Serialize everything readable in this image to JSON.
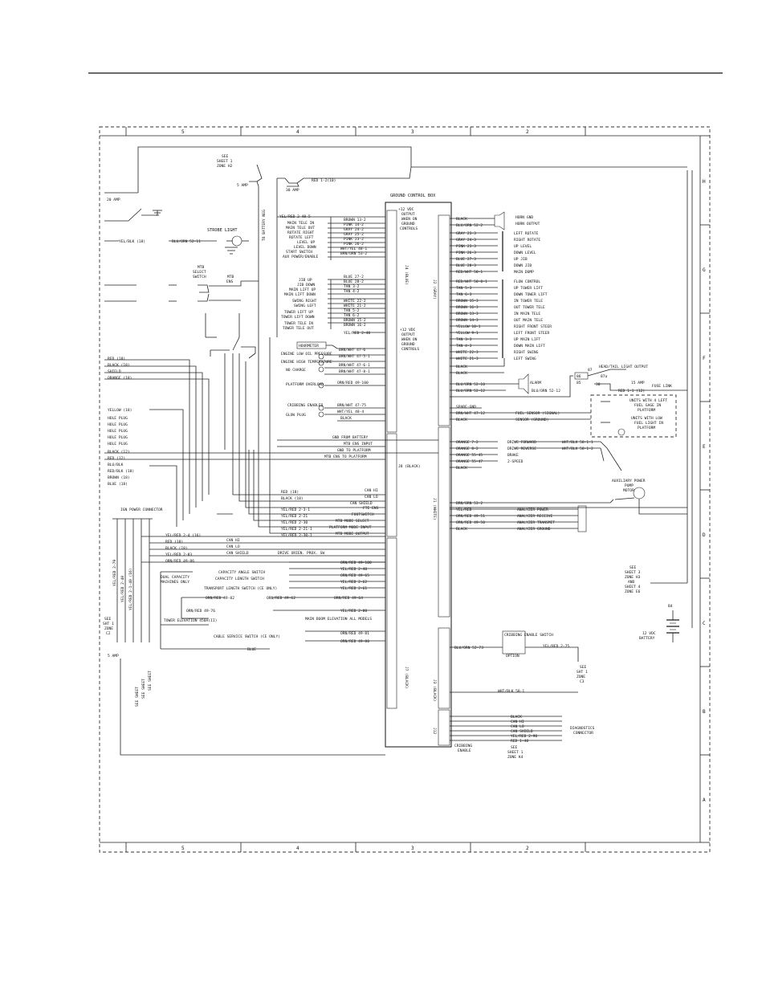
{
  "frame": {
    "zones_top": [
      "5",
      "4",
      "3",
      "2"
    ],
    "zones_bottom": [
      "5",
      "4",
      "3",
      "2"
    ],
    "zones_side": [
      "H",
      "G",
      "F",
      "E",
      "D",
      "C",
      "B",
      "A"
    ]
  },
  "box": {
    "title": "GROUND CONTROL BOX",
    "out_plus12": [
      "+12 VDC",
      "OUTPUT",
      "WHEN ON",
      "GROUND",
      "CONTROLS"
    ],
    "in_plus12": [
      "+12 VDC",
      "OUTPUT",
      "WHEN ON",
      "GROUND",
      "CONTROLS"
    ],
    "j4": "J4 (BLUE)",
    "j2": "J2 (GRAY)",
    "j8": "J8 (BLACK)",
    "j1": "J1 (WHITE)",
    "j7": "J7 (BLACK)",
    "j3": "J3 (BLACK)",
    "j12": "J12"
  },
  "top": {
    "see_sheet": [
      "SEE",
      "SHEET 1",
      "ZONE H2"
    ],
    "fuse20": "20 AMP",
    "fuse5": "5 AMP",
    "fuse30": "30 AMP",
    "red_1_2": "RED 1-2(10)",
    "to_battery": "TO BATTERY NEG",
    "strobe": "STROBE LIGHT",
    "yel_blk": "YEL/BLK (18)",
    "blu_orn": "BLU/ORN 52-11",
    "mtb": [
      "MTB",
      "SELECT",
      "SWITCH"
    ],
    "mtb_ens": [
      "MTB",
      "ENS"
    ]
  },
  "j4_left": [
    {
      "label": "YEL/RED 2-40-5",
      "desc": ""
    },
    {
      "label": "BROWN 13-2",
      "desc": "MAIN TELE IN"
    },
    {
      "label": "PINK 14-2",
      "desc": "MAIN TELE OUT"
    },
    {
      "label": "GRAY 24-2",
      "desc": "ROTATE RIGHT"
    },
    {
      "label": "GRAY 25-2",
      "desc": "ROTATE LEFT"
    },
    {
      "label": "PINK 23-2",
      "desc": "LEVEL UP"
    },
    {
      "label": "PINK 26-2",
      "desc": "LEVEL DOWN"
    },
    {
      "label": "WHT/YEL 48-1",
      "desc": "START SWITCH"
    },
    {
      "label": "BRN/ORN 53-2",
      "desc": "AUX POWER/ENABLE"
    }
  ],
  "j4_left2": [
    {
      "label": "BLUE 27-2",
      "desc": "JIB UP"
    },
    {
      "label": "BLUE 28-2",
      "desc": "JIB DOWN"
    },
    {
      "label": "TAN 3-2",
      "desc": "MAIN LIFT UP"
    },
    {
      "label": "TAN 4-2",
      "desc": "MAIN LIFT DOWN"
    },
    {
      "label": "WHITE 22-2",
      "desc": "SWING RIGHT"
    },
    {
      "label": "WHITE 21-2",
      "desc": "SWING LEFT"
    },
    {
      "label": "TAN 5-2",
      "desc": "TOWER LIFT UP"
    },
    {
      "label": "TAN 6-2",
      "desc": "TOWER LIFT DOWN"
    },
    {
      "label": "BROWN 15-2",
      "desc": "TOWER TELE IN"
    },
    {
      "label": "BROWN 16-2",
      "desc": "TOWER TELE OUT"
    },
    {
      "label": "YEL/RED 2-40",
      "desc": ""
    }
  ],
  "hourmeter": {
    "title": "HOURMETER",
    "items": [
      {
        "label": "BRN/WHT 47-6",
        "desc": "ENGINE LOW OIL PRESSURE"
      },
      {
        "label": "BRN/WHT 47-5-1",
        "desc": "ENGINE HIGH TEMPERATURE"
      },
      {
        "label": "BRN/WHT 47-6-1",
        "desc": "NO CHARGE"
      },
      {
        "label": "BRN/WHT 47-8-1",
        "desc": ""
      }
    ]
  },
  "platform_overload": {
    "desc": "PLATFORM OVERLOAD",
    "label": "ORN/RED 49-100"
  },
  "glow": [
    {
      "desc": "CRIBBING ENABLED",
      "label": "BRN/WHT 47-75"
    },
    {
      "desc": "GLOW PLUG",
      "label": "WHT/YEL 48-4"
    },
    {
      "desc": "",
      "label": "BLACK"
    }
  ],
  "gnd": [
    "GND FROM BATTERY",
    "MTB ENS INPUT",
    "GND TO PLATFORM",
    "MTB ENS TO PLATFORM"
  ],
  "j2_right": [
    {
      "label": "BLACK",
      "desc": "HORN GND"
    },
    {
      "label": "BLU/ORN 52-2",
      "desc": "HORN OUTPUT"
    },
    {
      "label": "GRAY 23-3",
      "desc": "LEFT ROTATE"
    },
    {
      "label": "GRAY 24-3",
      "desc": "RIGHT ROTATE"
    },
    {
      "label": "PINK 23-3",
      "desc": "UP LEVEL"
    },
    {
      "label": "PINK 26-3",
      "desc": "DOWN LEVEL"
    },
    {
      "label": "BLUE 27-3",
      "desc": "UP JIB"
    },
    {
      "label": "BLUE 28-3",
      "desc": "DOWN JIB"
    },
    {
      "label": "RED/WHT 50-1",
      "desc": "MAIN DUMP"
    }
  ],
  "j2_right2": [
    {
      "label": "RED/WHT 50-0-1",
      "desc": "FLOW CONTROL"
    },
    {
      "label": "TAN 5-3",
      "desc": "UP TOWER LIFT"
    },
    {
      "label": "TAN 6-3",
      "desc": "DOWN TOWER LIFT"
    },
    {
      "label": "BROWN 15-3",
      "desc": "IN TOWER TELE"
    },
    {
      "label": "BROWN 16-3",
      "desc": "OUT TOWER TELE"
    },
    {
      "label": "BROWN 13-3",
      "desc": "IN MAIN TELE"
    },
    {
      "label": "BROWN 14-3",
      "desc": "OUT MAIN TELE"
    },
    {
      "label": "YELLOW 10-1",
      "desc": "RIGHT FRONT STEER"
    },
    {
      "label": "YELLOW 9-1",
      "desc": "LEFT FRONT STEER"
    },
    {
      "label": "TAN 3-3",
      "desc": "UP MAIN LIFT"
    },
    {
      "label": "TAN 4-3",
      "desc": "DOWN MAIN LIFT"
    },
    {
      "label": "WHITE 22-3",
      "desc": "RIGHT SWING"
    },
    {
      "label": "WHITE 21-3",
      "desc": "LEFT SWING"
    }
  ],
  "j2_lower": [
    {
      "label": "BLACK",
      "desc": ""
    },
    {
      "label": "BLACK",
      "desc": ""
    },
    {
      "label": "BLU/ORN 52-10",
      "desc": ""
    },
    {
      "label": "BLU/ORN 52-12",
      "desc": ""
    },
    {
      "label": "SPARE-GND",
      "desc": ""
    },
    {
      "label": "BRN/WHT 47-12",
      "desc": "FUEL SENSOR (SIGNAL)"
    },
    {
      "label": "BLACK",
      "desc": "SENSOR (GROUND)"
    }
  ],
  "alarm": "ALARM",
  "headtail": "HEAD/TAIL LIGHT OUTPUT",
  "relay": {
    "p87": "87",
    "p87a": "87a",
    "p30": "30",
    "p85": "85",
    "p86": "86"
  },
  "blu_orn_5212": "BLU/ORN 52-12",
  "fuse_15": "15 AMP",
  "fuse_line": "FUSE LINK",
  "red_1_1": "RED 1-1 (12)",
  "fuel_units": [
    "UNITS WITH 4 LEFT",
    "FUEL GAGE IN",
    "PLATFORM",
    "UNITS WITH LOW",
    "FUEL LIGHT IN",
    "PLATFORM"
  ],
  "left_inputs": [
    {
      "label": "RED (18)"
    },
    {
      "label": "BLACK (18)"
    },
    {
      "label": "SHIELD"
    },
    {
      "label": "ORANGE (18)"
    }
  ],
  "left_inputs2": [
    {
      "label": "YELLOW (18)"
    },
    {
      "label": "HOLE PLUG"
    },
    {
      "label": "HOLE PLUG"
    },
    {
      "label": "HOLE PLUG"
    },
    {
      "label": "HOLE PLUG"
    },
    {
      "label": "HOLE PLUG"
    }
  ],
  "left_inputs3": [
    {
      "label": "BLACK (12)"
    },
    {
      "label": "RED (12)"
    },
    {
      "label": "BLU/BLK"
    },
    {
      "label": "RED/BLK (18)"
    },
    {
      "label": "BROWN (18)"
    },
    {
      "label": "BLUE (18)"
    }
  ],
  "j2_drive": [
    {
      "label": "ORANGE 7-2",
      "desc": "DRIVE FORWARD"
    },
    {
      "label": "ORANGE 8-2",
      "desc": "DRIVE REVERSE"
    },
    {
      "label": "ORANGE 55-45",
      "desc": "BRAKE"
    },
    {
      "label": "ORANGE 55-47",
      "desc": "2-SPEED"
    },
    {
      "label": "BLACK",
      "desc": ""
    }
  ],
  "drive_right": [
    "WHT/BLK 58-1-1",
    "WHT/BLK 58-1-2"
  ],
  "j8": [
    {
      "label": "RED (18)",
      "desc": "CAN HI"
    },
    {
      "label": "BLACK (18)",
      "desc": "CAN LO"
    },
    {
      "label": "",
      "desc": "CAN SHIELD"
    },
    {
      "label": "YEL/RED 2-3-1",
      "desc": "FTE ENS"
    },
    {
      "label": "YEL/RED 2-21",
      "desc": "FOOTSWITCH"
    },
    {
      "label": "YEL/RED 2-30",
      "desc": "MTB MODE SELECT"
    },
    {
      "label": "YEL/RED 2-21-1",
      "desc": "PLATFORM MODE INPUT"
    },
    {
      "label": "YEL/RED 2-30-1",
      "desc": "MTB MODE OUTPUT"
    }
  ],
  "j1": [
    {
      "label": "BRN/ORN 53-2",
      "desc": ""
    },
    {
      "label": "YEL/RED",
      "desc": "ANALYZER POWER"
    },
    {
      "label": "ORN/RED 49-51",
      "desc": "ANALYZER RECEIVE"
    },
    {
      "label": "ORN/RED 49-50",
      "desc": "ANALYZER TRANSMIT"
    },
    {
      "label": "BLACK",
      "desc": "ANALYZER GROUND"
    }
  ],
  "aux_pump": [
    "AUXILIARY POWER",
    "PUMP",
    "MOTOR"
  ],
  "ign_conn": "IGN POWER CONNECTOR",
  "can_out": [
    {
      "label": "YEL/RED 2-4 (16)",
      "desc": ""
    },
    {
      "label": "RED (18)",
      "desc": "CAN HI"
    },
    {
      "label": "BLACK (18)",
      "desc": "CAN LO"
    },
    {
      "label": "YEL/RED 2-83",
      "desc": "CAN SHIELD"
    },
    {
      "label": "ORN/RED 49-86",
      "desc": ""
    }
  ],
  "j7_left": [
    {
      "label": "ORN/RED 49-100",
      "desc": "DRIVE ORIEN. PROX. SW"
    },
    {
      "label": "YEL/RED 2-40",
      "desc": ""
    },
    {
      "label": "ORN/RED 49-65",
      "desc": "CAPACITY ANGLE SWITCH"
    },
    {
      "label": "YEL/RED 2-62",
      "desc": ""
    },
    {
      "label": "YEL/RED 2-61",
      "desc": "CAPACITY LENGTH SWITCH"
    },
    {
      "label": "ORN/RED 49-64",
      "desc": "TRANSPORT LENGTH SWITCH (CE ONLY)"
    },
    {
      "label": "YEL/RED 2-80",
      "desc": "MAIN BOOM ELEVATION ALL MODELS"
    },
    {
      "label": "ORN/RED 49-81",
      "desc": "CABLE SERVICE SWITCH (CE ONLY)"
    },
    {
      "label": "ORN/RED 49-80",
      "desc": ""
    }
  ],
  "dual_capacity": [
    "DUAL CAPACITY",
    "MACHINES ONLY"
  ],
  "tower_elev": "TOWER ELEVATION 450A(II)",
  "orn_76": "ORN/RED 49-76",
  "orn_82": "ORN/RED 49-82",
  "orn_62": "ORN/RED 49-62",
  "blu": "BLUE",
  "see_sheet3": [
    "SEE",
    "SHEET 3",
    "ZONE H3",
    "AND",
    "SHEET 4",
    "ZONE E6"
  ],
  "battery": [
    "12 VDC",
    "BATTERY"
  ],
  "b4": "B4",
  "j3": {
    "label": "BLU/ORN 52-73",
    "desc": "CRIBBING ENABLE SWITCH",
    "opt": "OPTION",
    "rhs": "YEL/RED 2-75"
  },
  "see_sht1_c3": [
    "SEE",
    "SHT 1",
    "ZONE",
    "C3"
  ],
  "wht_blk_58": "WHT/BLK 58-1",
  "j12": [
    {
      "label": "BLACK"
    },
    {
      "label": "CAN HI"
    },
    {
      "label": "CAN LO"
    },
    {
      "label": "CAN SHIELD"
    },
    {
      "label": "YEL/RED 2-90"
    },
    {
      "label": "RED 1-40"
    }
  ],
  "diag_conn": [
    "DIAGNOSTICS",
    "CONNECTOR"
  ],
  "crib_enable": [
    "CRIBBING",
    "ENABLE"
  ],
  "see_sheet1_k4": [
    "SEE",
    "SHEET 1",
    "ZONE K4"
  ],
  "left_vert": [
    "YEL/RED 2-79",
    "YEL/RED 2-40",
    "YEL/RED 2-1-40 (16)"
  ],
  "see_sht1_c2": [
    "SEE",
    "SHT 1",
    "ZONE",
    "C2"
  ],
  "fuse5b": "5 AMP",
  "see_sheets_bottom": [
    "SEE SHEET",
    "SEE SHEET",
    "SEE SHEET"
  ]
}
